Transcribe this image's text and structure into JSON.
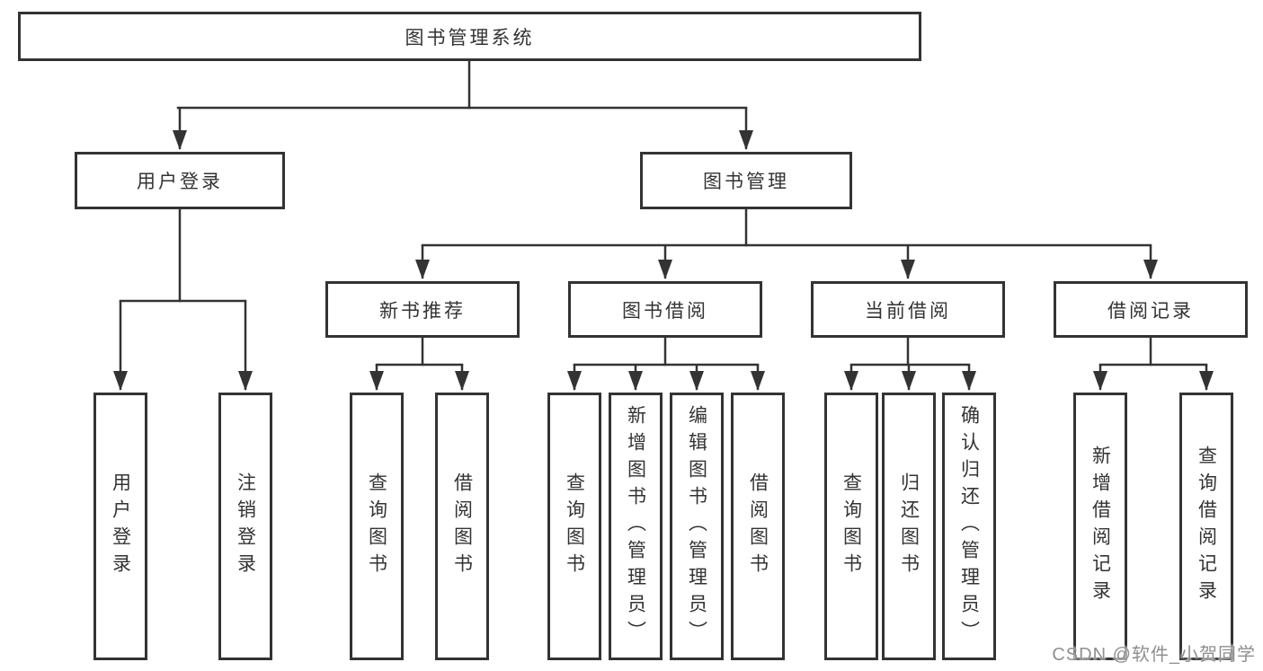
{
  "diagram_title": "图书管理系统",
  "colors": {
    "line": "#333333",
    "box_border": "#333333",
    "text": "#333333",
    "watermark": "#8f8f8f",
    "background": "#ffffff"
  },
  "nodes": {
    "root": {
      "label": "图书管理系统"
    },
    "user_login": {
      "label": "用户登录"
    },
    "book_management": {
      "label": "图书管理"
    },
    "new_book_recommendation": {
      "label": "新书推荐"
    },
    "book_borrowing": {
      "label": "图书借阅"
    },
    "current_borrowing": {
      "label": "当前借阅"
    },
    "borrowing_records": {
      "label": "借阅记录"
    },
    "leaves": {
      "user_login": {
        "label": "用户登录",
        "parent": "用户登录"
      },
      "logout": {
        "label": "注销登录",
        "parent": "用户登录"
      },
      "query_books_recommend": {
        "label": "查询图书",
        "parent": "新书推荐"
      },
      "borrow_books_recommend": {
        "label": "借阅图书",
        "parent": "新书推荐"
      },
      "query_books_borrow": {
        "label": "查询图书",
        "parent": "图书借阅"
      },
      "add_books_admin": {
        "label": "新增图书（管理员）",
        "parent": "图书借阅"
      },
      "edit_books_admin": {
        "label": "编辑图书（管理员）",
        "parent": "图书借阅"
      },
      "borrow_books_borrow": {
        "label": "借阅图书",
        "parent": "图书借阅"
      },
      "query_books_current": {
        "label": "查询图书",
        "parent": "当前借阅"
      },
      "return_books": {
        "label": "归还图书",
        "parent": "当前借阅"
      },
      "confirm_return_admin": {
        "label": "确认归还（管理员）",
        "parent": "当前借阅"
      },
      "add_borrow_record": {
        "label": "新增借阅记录",
        "parent": "借阅记录"
      },
      "query_borrow_record": {
        "label": "查询借阅记录",
        "parent": "借阅记录"
      }
    }
  },
  "watermark": {
    "text": "CSDN @软件_小贺同学"
  }
}
